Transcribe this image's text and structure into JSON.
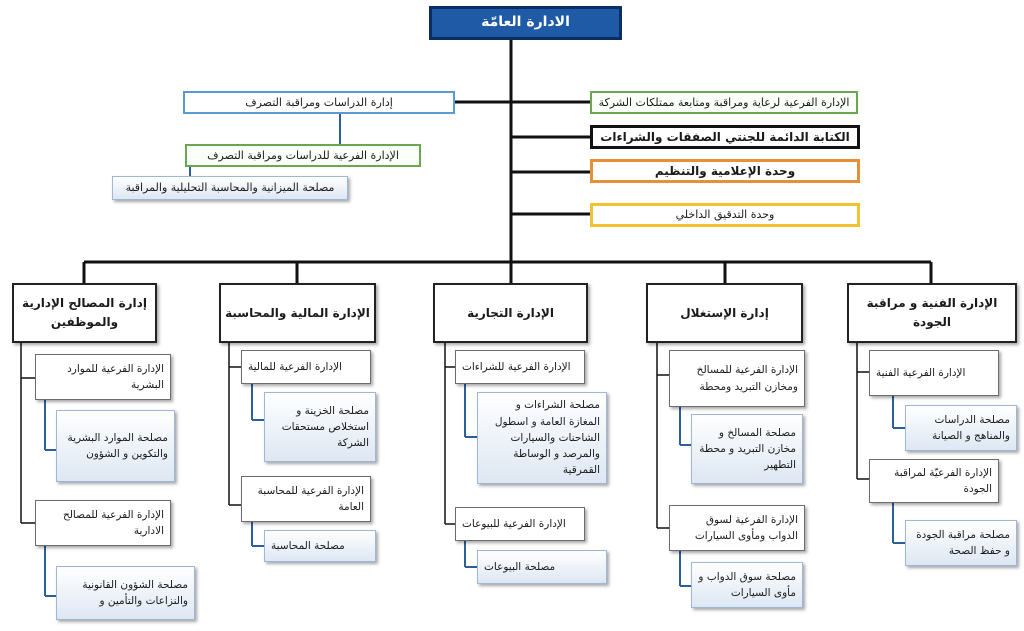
{
  "top": "الادارة العامّة",
  "staff": {
    "studies": "إدارة الدراسات ومراقبة التصرف",
    "studies_sub": "الإدارة الفرعية للدراسات ومراقبة التصرف",
    "budget": "مصلحة الميزانية والمحاسبة التحليلية والمراقبة",
    "property": "الإدارة الفرعية لرعاية ومراقبة ومتابعة ممتلكات الشركة",
    "procurement": "الكتابة الدائمة للجنتي الصفقات والشراءات",
    "media": "وحدة الإعلامية والتنظيم",
    "audit": "وحدة التدقيق الداخلي"
  },
  "departments": {
    "admin": {
      "title": "إدارة المصالح الإدارية والموظفين",
      "sub1": "الإدارة الفرعية للموارد البشرية",
      "svc1": "مصلحة الموارد البشرية والتكوين و الشؤون",
      "sub2": "الإدارة الفرعية للمصالح الادارية",
      "svc2": "مصلحة الشؤون القانونية والنزاعات والتأمين و"
    },
    "finance": {
      "title": "الإدارة المالية والمحاسبة",
      "sub1": "الإدارة الفرعية للمالية",
      "svc1": "مصلحة الخزينة و استخلاص مستحقات الشركة",
      "sub2": "الإدارة الفرعية للمحاسبة العامة",
      "svc2": "مصلحة المحاسبة"
    },
    "commercial": {
      "title": "الإدارة التجارية",
      "sub1": "الإدارة الفرعية للشراءات",
      "svc1": "مصلحة الشراءات و المغازة العامة و اسطول الشاحنات والسيارات والمرصد و الوساطة القمرقية",
      "sub2": "الإدارة الفرعية للبيوعات",
      "svc2": "مصلحة البيوعات"
    },
    "operations": {
      "title": "إدارة الإستغلال",
      "sub1": "الإدارة الفرعية للمسالخ ومخازن التبريد ومحطة",
      "svc1": "مصلحة المسالخ و مخازن التبريد و محطة التطهير",
      "sub2": "الإدارة الفرعية لسوق الدواب ومأوى السيارات",
      "svc2": "مصلحة سوق الدواب و مأوى السيارات"
    },
    "technical": {
      "title": "الإدارة الفنية و مراقبة الجودة",
      "sub1": "الإدارة الفرعية الفنية",
      "svc1": "مصلحة الدراسات والمناهج و الصيانة",
      "sub2": "الإدارة الفرعيّة لمراقبة الجودة",
      "svc2": "مصلحة مراقبة الجودة و حفظ الصحة"
    }
  }
}
